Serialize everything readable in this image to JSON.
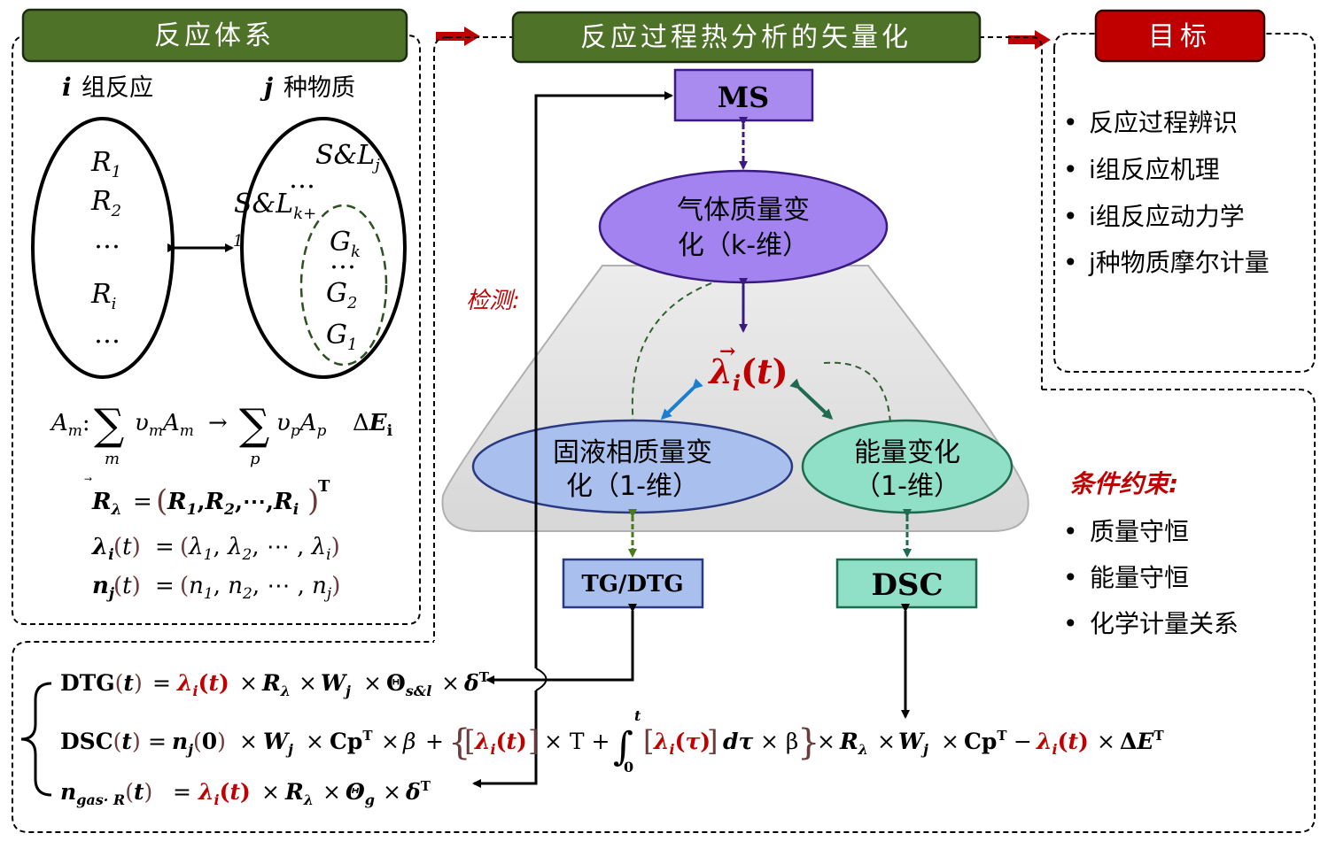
{
  "headers": {
    "reaction_system": "反应体系",
    "vectorization": "反应过程热分析的矢量化",
    "goal": "目标"
  },
  "colors": {
    "header_green": "#4f7229",
    "header_red": "#c00000",
    "ms_purple": "#a98bef",
    "gas_ellipse": "#a283ef",
    "solid_ellipse": "#a9bfee",
    "energy_ellipse": "#8fe0c6",
    "tg_box": "#a9bfee",
    "dsc_box": "#8fe0c6",
    "arrow_red": "#c00000",
    "dashed_green": "#2e6030"
  },
  "left_panel": {
    "reactions_label": "组反应",
    "reactions_var": "i",
    "species_label": "种物质",
    "species_var": "j",
    "reactions": [
      "R1",
      "R2",
      "…",
      "Ri",
      "…"
    ],
    "species_top": [
      "S&Lj",
      "…",
      "S&Lk+1"
    ],
    "species_gas": [
      "Gk",
      "…",
      "G2",
      "G1"
    ],
    "eq_reaction_lhs": "Am:",
    "eq_reaction_energy": "ΔEi",
    "eq_R": "R_λ = (R1, R2, ⋯, Ri)T",
    "eq_lambda": "λi(t) = (λ1, λ2, ⋯, λi)",
    "eq_n": "nj(t) = (n1, n2, ⋯, nj)"
  },
  "center": {
    "ms_label": "MS",
    "gas_label_line1": "气体质量变",
    "gas_label_line2": "化（k-维）",
    "solid_label_line1": "固液相质量变",
    "solid_label_line2": "化（1-维）",
    "energy_label_line1": "能量变化",
    "energy_label_line2": "（1-维）",
    "lambda_center": "λi(t)",
    "detect_label": "检测:",
    "tg_label": "TG/DTG",
    "dsc_label": "DSC"
  },
  "goals": {
    "items": [
      "反应过程辨识",
      "i组反应机理",
      "i组反应动力学",
      "j种物质摩尔计量"
    ]
  },
  "constraints": {
    "title": "条件约束:",
    "items": [
      "质量守恒",
      "能量守恒",
      "化学计量关系"
    ]
  },
  "equations": {
    "dtg": "DTG(t) = λi(t) × Rλ × Wj × Θs&l × δT",
    "dsc": "DSC(t) = nj(0) × Wj × CpT × β + {[λi(t)] × T + ∫0t[λi(τ)] dτ × β} × Rλ × Wj × CpT − λi(t) × ΔET",
    "ngas": "ngas·R(t) = λi(t) × Rλ × Θg × δT"
  }
}
